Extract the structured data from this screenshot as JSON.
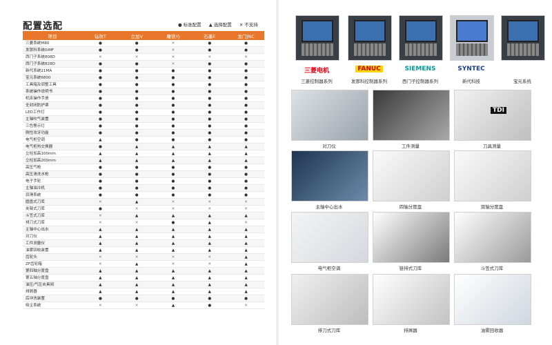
{
  "title": "配置选配",
  "legend": [
    {
      "symbol": "●",
      "label": "标准配置"
    },
    {
      "symbol": "▲",
      "label": "选择配置"
    },
    {
      "symbol": "✕",
      "label": "不支持"
    }
  ],
  "table": {
    "headers": [
      "项目",
      "钻攻T",
      "立加V",
      "雕铣YJ",
      "石墨E",
      "龙门JNC"
    ],
    "rows": [
      [
        "三菱系统M80",
        "●",
        "●",
        "✕",
        "●",
        "●"
      ],
      [
        "发那科系统0iMF",
        "●",
        "●",
        "✕",
        "●",
        "●"
      ],
      [
        "西门子系统808D",
        "✕",
        "✕",
        "✕",
        "✕",
        "✕"
      ],
      [
        "西门子系统828D",
        "●",
        "●",
        "✕",
        "●",
        "●"
      ],
      [
        "新代系统21MA",
        "●",
        "●",
        "●",
        "●",
        "●"
      ],
      [
        "宝元系统6800",
        "●",
        "●",
        "●",
        "●",
        "●"
      ],
      [
        "工具箱及调整工具",
        "●",
        "●",
        "●",
        "●",
        "●"
      ],
      [
        "系统操作说明书",
        "●",
        "●",
        "●",
        "●",
        "●"
      ],
      [
        "机床操作手册",
        "●",
        "●",
        "●",
        "●",
        "●"
      ],
      [
        "全封闭防护罩",
        "●",
        "●",
        "●",
        "●",
        "●"
      ],
      [
        "LED工作灯",
        "●",
        "●",
        "●",
        "●",
        "●"
      ],
      [
        "主轴吹气装置",
        "●",
        "●",
        "●",
        "●",
        "●"
      ],
      [
        "三色警示灯",
        "●",
        "●",
        "●",
        "●",
        "●"
      ],
      [
        "刚性攻牙功能",
        "●",
        "●",
        "●",
        "●",
        "●"
      ],
      [
        "电气柜空调",
        "▲",
        "●",
        "●",
        "●",
        "●"
      ],
      [
        "电气柜热交换器",
        "●",
        "▲",
        "▲",
        "▲",
        "▲"
      ],
      [
        "立柱加高100mm",
        "▲",
        "▲",
        "▲",
        "▲",
        "▲"
      ],
      [
        "立柱加高200mm",
        "▲",
        "▲",
        "▲",
        "▲",
        "▲"
      ],
      [
        "高压气枪",
        "●",
        "●",
        "●",
        "●",
        "●"
      ],
      [
        "高压清洗水枪",
        "●",
        "●",
        "●",
        "●",
        "●"
      ],
      [
        "电子手轮",
        "●",
        "●",
        "●",
        "●",
        "●"
      ],
      [
        "主轴油冷机",
        "●",
        "●",
        "●",
        "●",
        "●"
      ],
      [
        "润滑系统",
        "●",
        "●",
        "●",
        "●",
        "●"
      ],
      [
        "圆盘式刀库",
        "✕",
        "▲",
        "✕",
        "✕",
        "✕"
      ],
      [
        "夹臂式刀库",
        "●",
        "✕",
        "✕",
        "✕",
        "✕"
      ],
      [
        "斗笠式刀库",
        "✕",
        "▲",
        "▲",
        "▲",
        "▲"
      ],
      [
        "排刀式刀库",
        "✕",
        "✕",
        "●",
        "▲",
        "✕"
      ],
      [
        "主轴中心出水",
        "▲",
        "▲",
        "▲",
        "▲",
        "▲"
      ],
      [
        "对刀仪",
        "▲",
        "▲",
        "▲",
        "▲",
        "▲"
      ],
      [
        "工件测量仪",
        "▲",
        "▲",
        "▲",
        "▲",
        "▲"
      ],
      [
        "油雾回收装置",
        "▲",
        "▲",
        "▲",
        "▲",
        "▲"
      ],
      [
        "齿轮头",
        "✕",
        "✕",
        "✕",
        "✕",
        "▲"
      ],
      [
        "ZF齿轮箱",
        "✕",
        "▲",
        "✕",
        "✕",
        "▲"
      ],
      [
        "第四轴分度盘",
        "▲",
        "▲",
        "▲",
        "▲",
        "▲"
      ],
      [
        "第五轴分度盘",
        "▲",
        "▲",
        "▲",
        "▲",
        "▲"
      ],
      [
        "油压/气压夹具阀",
        "▲",
        "▲",
        "▲",
        "▲",
        "▲"
      ],
      [
        "排屑器",
        "▲",
        "▲",
        "▲",
        "▲",
        "▲"
      ],
      [
        "后冲洗装置",
        "●",
        "●",
        "●",
        "●",
        "●"
      ],
      [
        "吸尘系统",
        "✕",
        "✕",
        "▲",
        "●",
        "✕"
      ]
    ]
  },
  "controllers": [
    {
      "brand": "三菱电机",
      "brand_color": "#e60012",
      "caption": "三菱控制器系列"
    },
    {
      "brand": "FANUC",
      "brand_color": "#e6b800",
      "caption": "发那科控制器系列"
    },
    {
      "brand": "SIEMENS",
      "brand_color": "#009999",
      "caption": "西门子控制器系列"
    },
    {
      "brand": "SYNTEC",
      "brand_color": "#1b3f8f",
      "caption": "新代科技"
    },
    {
      "brand": "",
      "brand_color": "#000000",
      "caption": "宝元系统"
    }
  ],
  "photos": [
    {
      "caption": "对刀仪"
    },
    {
      "caption": "工件测量"
    },
    {
      "caption": "刀具测量",
      "label": "TDI"
    },
    {
      "caption": "主轴中心出水"
    },
    {
      "caption": "四轴分度盘"
    },
    {
      "caption": "双轴分度盘"
    },
    {
      "caption": "电气柜空调"
    },
    {
      "caption": "链排式刀库"
    },
    {
      "caption": "斗笠式刀库"
    },
    {
      "caption": "排刀式刀库"
    },
    {
      "caption": "排屑器"
    },
    {
      "caption": "油雾回收器"
    }
  ],
  "colors": {
    "header_orange": "#e8762b"
  }
}
